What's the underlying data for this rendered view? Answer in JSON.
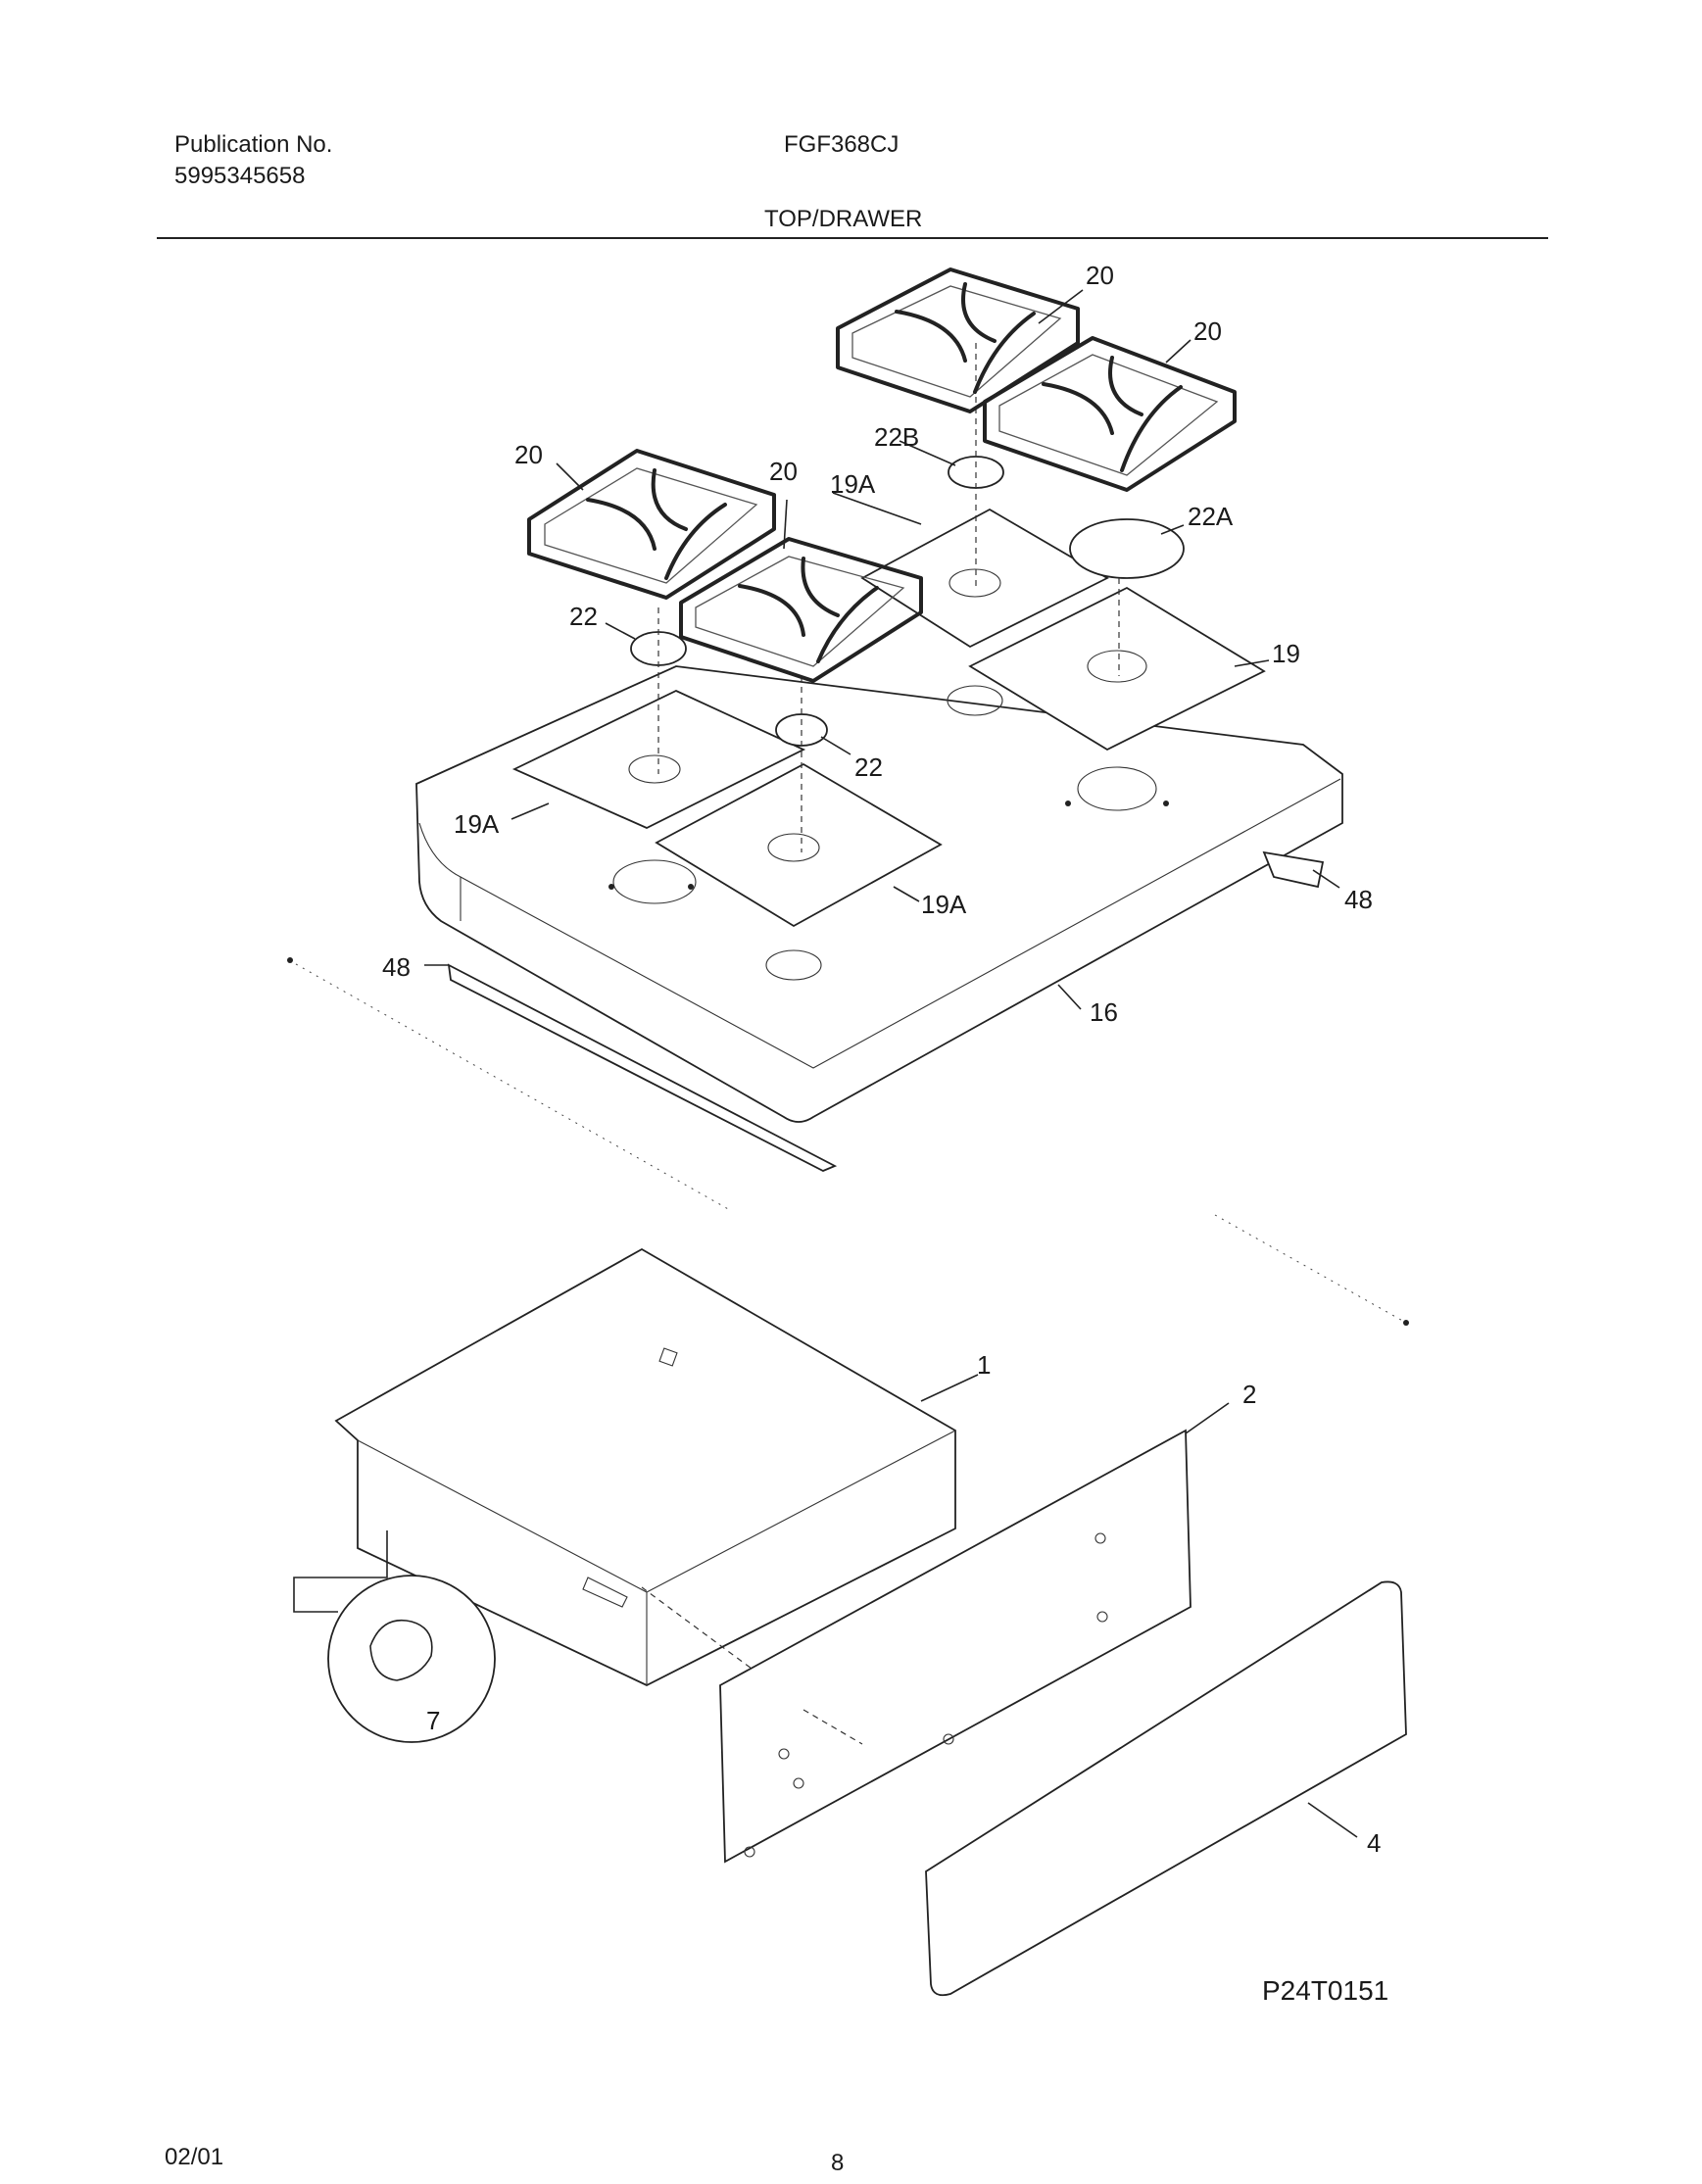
{
  "header": {
    "publication_label": "Publication No.",
    "publication_number": "5995345658",
    "model": "FGF368CJ",
    "section_title": "TOP/DRAWER"
  },
  "callouts": {
    "grate_a": "20",
    "grate_b": "20",
    "grate_c": "20",
    "grate_d": "20",
    "cap_22b": "22B",
    "cap_22a": "22A",
    "pan_19a_top": "19A",
    "pan_19_right": "19",
    "cap_22_left": "22",
    "cap_22_mid": "22",
    "pan_19a_left": "19A",
    "pan_19a_front": "19A",
    "trim_48_right": "48",
    "trim_48_left": "48",
    "cooktop_16": "16",
    "drawer_1": "1",
    "drawer_front_2": "2",
    "drawer_panel_4": "4",
    "clip_7": "7"
  },
  "figure_code": "P24T0151",
  "footer": {
    "date": "02/01",
    "page_number": "8"
  }
}
